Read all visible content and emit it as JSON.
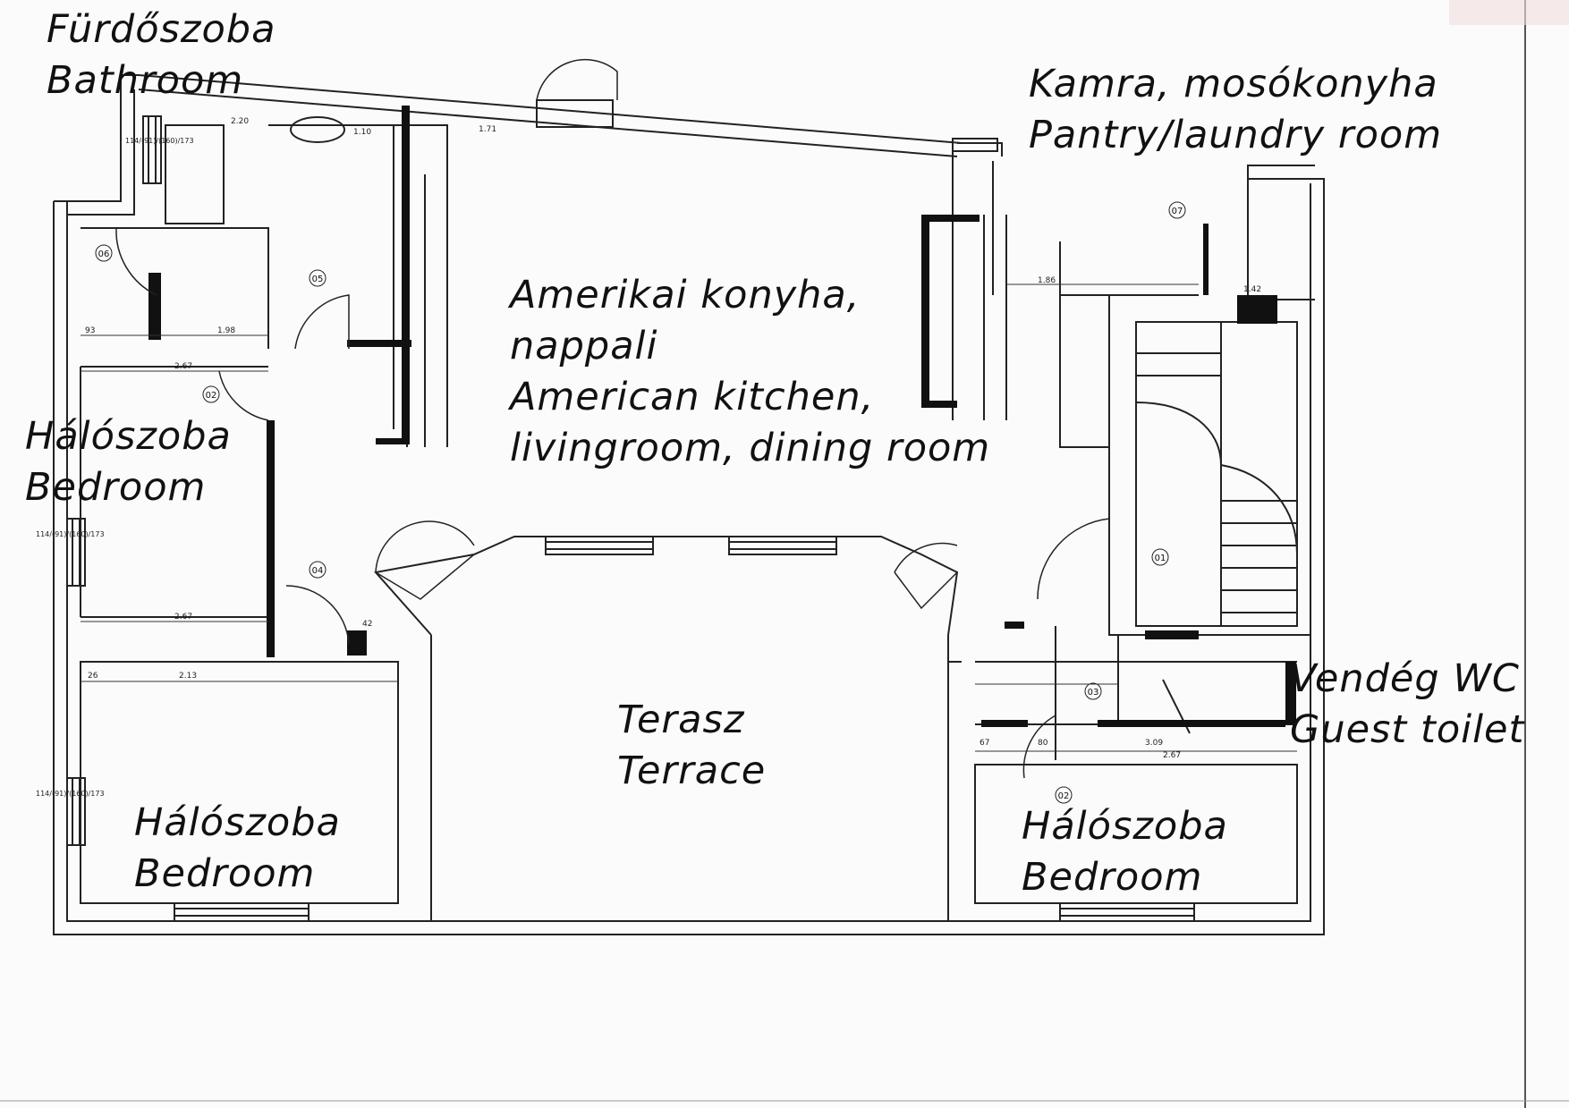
{
  "rooms": {
    "bathroom": {
      "hu": "Fürdőszoba",
      "en": "Bathroom"
    },
    "pantry": {
      "hu": "Kamra, mosókonyha",
      "en": "Pantry/laundry room"
    },
    "kitchen": {
      "line1": "Amerikai konyha,",
      "line2": "nappali",
      "line3": "American kitchen,",
      "line4": "livingroom, dining room"
    },
    "bedroom_upper_left": {
      "hu": "Hálószoba",
      "en": "Bedroom"
    },
    "bedroom_lower_left": {
      "hu": "Hálószoba",
      "en": "Bedroom"
    },
    "bedroom_lower_right": {
      "hu": "Hálószoba",
      "en": "Bedroom"
    },
    "terrace": {
      "hu": "Terasz",
      "en": "Terrace"
    },
    "guest_toilet": {
      "hu": "Vendég WC",
      "en": "Guest toilet"
    }
  },
  "door_tags": [
    "06",
    "05",
    "02",
    "04",
    "07",
    "01",
    "03",
    "02"
  ],
  "dimensions": {
    "d1": "2.67",
    "d2": "2.67",
    "d3": "2.13",
    "d4": "1.98",
    "d5": "93",
    "d6": "2.67",
    "d7": "3.09",
    "d8": "1.71",
    "d9": "2.20",
    "d10": "1.10",
    "d11": "1.86",
    "d12": "1.42",
    "d13": "67",
    "d14": "80",
    "d15": "42",
    "d16": "26"
  },
  "window_tags": [
    "114/(91)/(160)/173",
    "114/(91)/(160)/173",
    "114/(91)/(160)/173"
  ]
}
